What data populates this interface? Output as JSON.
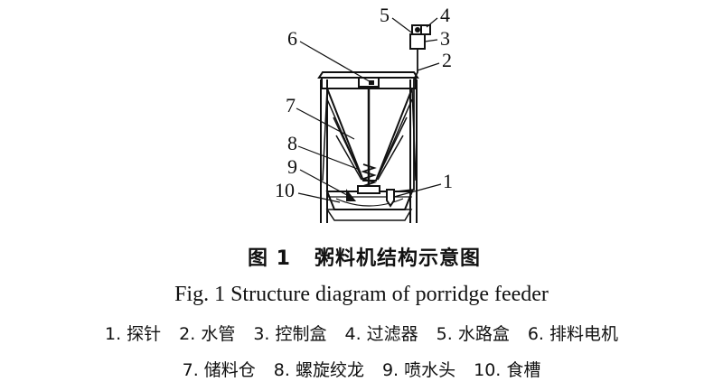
{
  "figure": {
    "number_label": "图 1",
    "title_zh": "粥料机结构示意图",
    "title_en": "Fig. 1 Structure diagram of porridge feeder"
  },
  "callouts": [
    "1",
    "2",
    "3",
    "4",
    "5",
    "6",
    "7",
    "8",
    "9",
    "10"
  ],
  "legend_row1": [
    "1. 探针",
    "2. 水管",
    "3. 控制盒",
    "4. 过滤器",
    "5. 水路盒",
    "6. 排料电机"
  ],
  "legend_row2": [
    "7. 储料仓",
    "8. 螺旋绞龙",
    "9. 喷水头",
    "10. 食槽"
  ]
}
